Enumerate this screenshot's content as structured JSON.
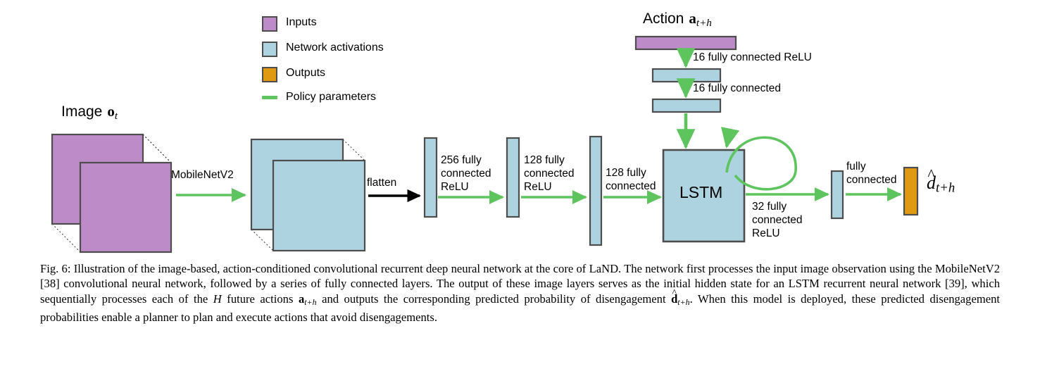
{
  "figure": {
    "legend": {
      "items": [
        {
          "label": "Inputs",
          "color": "#bd8cc8",
          "type": "swatch",
          "name": "inputs"
        },
        {
          "label": "Network activations",
          "color": "#aed3e0",
          "type": "swatch",
          "name": "network-activations"
        },
        {
          "label": "Outputs",
          "color": "#e09a12",
          "type": "swatch",
          "name": "outputs"
        },
        {
          "label": "Policy parameters",
          "color": "#5ec45e",
          "type": "line",
          "name": "policy-parameters"
        }
      ]
    },
    "labels": {
      "image_input": "Image",
      "image_input_symbol": "o",
      "image_input_subscript": "t",
      "action_input": "Action",
      "action_input_symbol": "a",
      "action_input_subscript": "t+h",
      "mobilenet": "MobileNetV2",
      "flatten": "flatten",
      "fc_256": "256 fully\nconnected\nReLU",
      "fc_128_relu": "128 fully\nconnected\nReLU",
      "fc_128": "128 fully\nconnected",
      "action_fc_16_relu": "16 fully connected ReLU",
      "action_fc_16": "16 fully connected",
      "lstm": "LSTM",
      "fc_32": "32 fully\nconnected\nReLU",
      "fc_out": "fully\nconnected",
      "output_symbol": "d",
      "output_hat": "^",
      "output_subscript": "t+h"
    },
    "colors": {
      "input_purple": "#bd8cc8",
      "activation_blue": "#aed3e0",
      "output_orange": "#e09a12",
      "policy_green": "#5ec45e",
      "outline_gray": "#4d4d4d",
      "arrow_black": "#000000"
    }
  },
  "caption": {
    "prefix": "Fig. 6:",
    "part1": " Illustration of the image-based, action-conditioned convolutional recurrent deep neural network at the core of LaND. The network first processes the input image observation using the MobileNetV2 [38] convolutional neural network, followed by a series of fully connected layers. The output of these image layers serves as the initial hidden state for an LSTM recurrent neural network [39], which sequentially processes each of the ",
    "math_H": "H",
    "part2": " future actions ",
    "math_a": "a",
    "math_a_sub": "t+h",
    "part3": " and outputs the corresponding predicted probability of disengagement ",
    "math_d": "d",
    "math_d_sub": "t+h",
    "part4": ". When this model is deployed, these predicted disengagement probabilities enable a planner to plan and execute actions that avoid disengagements."
  }
}
